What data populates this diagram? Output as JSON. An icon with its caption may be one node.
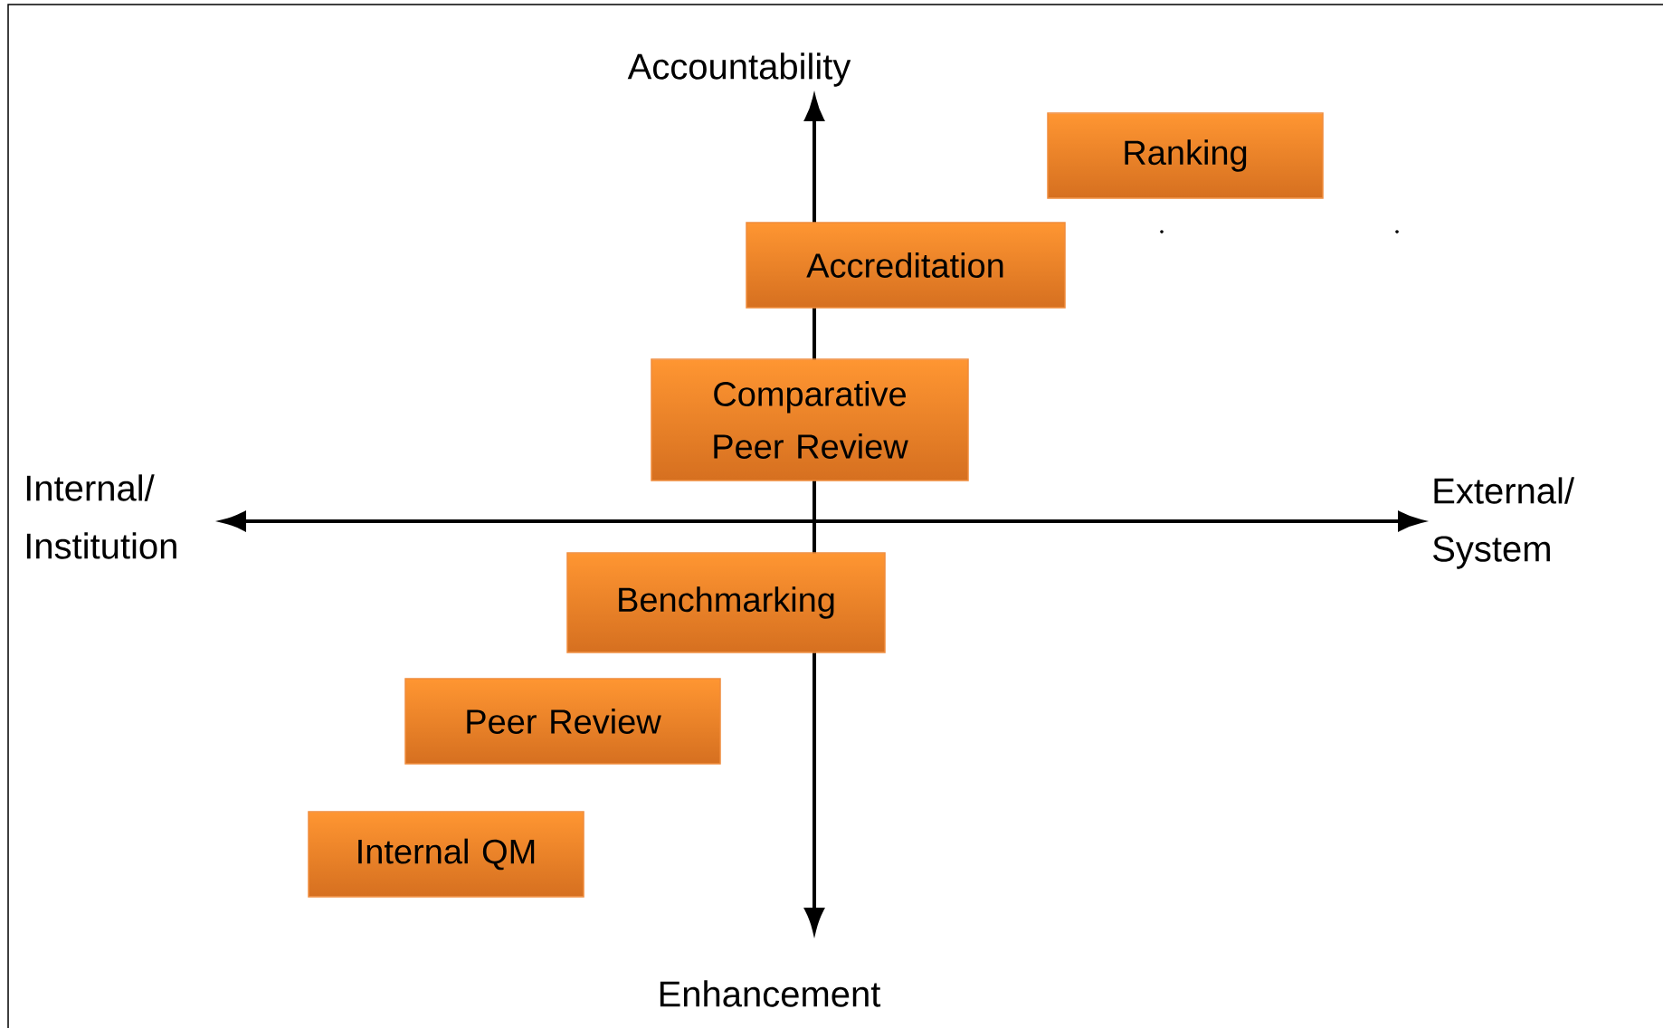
{
  "diagram": {
    "nodes": [
      {
        "text": [
          "Ranking"
        ]
      },
      {
        "text": [
          "Accreditation"
        ]
      },
      {
        "text": [
          "Comparative Peer Review"
        ]
      },
      {
        "text": [
          "Benchmarking"
        ]
      },
      {
        "text": [
          "Peer Review"
        ]
      },
      {
        "text": [
          "Internal QM"
        ]
      }
    ],
    "edges": [],
    "labels": [
      "Accountability",
      "Internal/ Institution",
      "External/ System",
      "Enhancement"
    ]
  }
}
